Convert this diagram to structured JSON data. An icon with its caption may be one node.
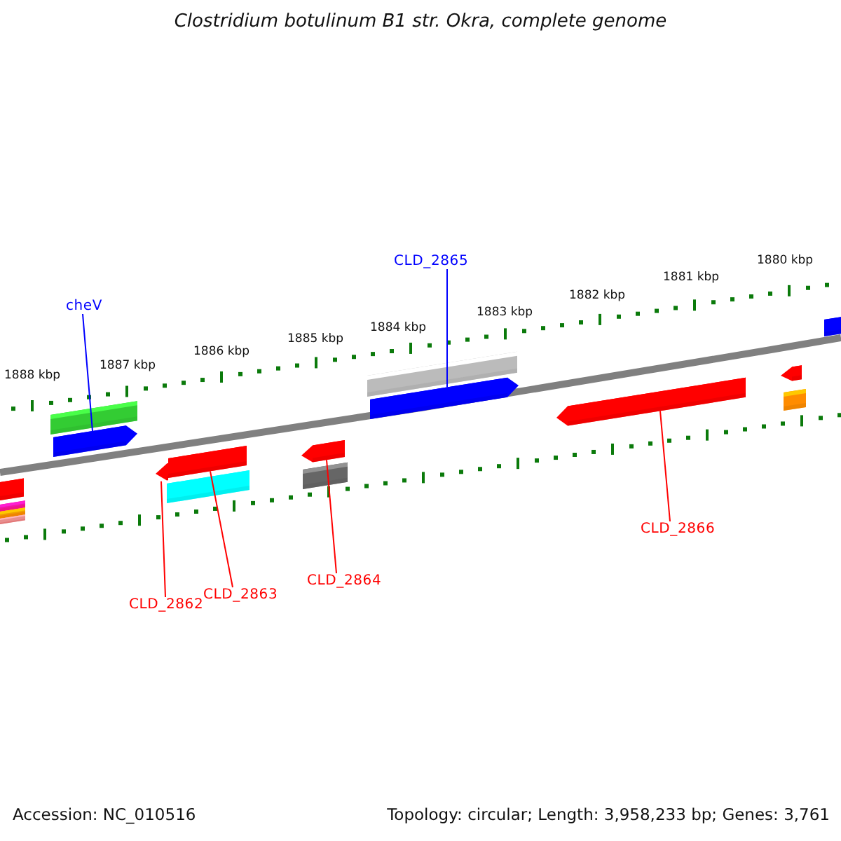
{
  "diagram": {
    "title": "Clostridium botulinum B1 str. Okra, complete genome",
    "nodes": [
      {
        "text": [
          "cheV"
        ]
      },
      {
        "text": [],
        "shape": "bar"
      },
      {
        "text": [
          "CLD_2865"
        ]
      },
      {
        "text": [],
        "shape": "bar"
      },
      {
        "text": [
          "CLD_2862"
        ]
      },
      {
        "text": [],
        "shape": "bar"
      },
      {
        "text": [
          "CLD_2863"
        ]
      },
      {
        "text": [],
        "shape": "bar"
      },
      {
        "text": [
          "CLD_2864"
        ]
      },
      {
        "text": [],
        "shape": "bar"
      },
      {
        "text": [
          "CLD_2866"
        ]
      },
      {
        "text": [],
        "shape": "bar"
      }
    ],
    "edges": [
      {
        "from": 0,
        "to": 1,
        "arrow": "none",
        "color": "#0000ff"
      },
      {
        "from": 2,
        "to": 3,
        "arrow": "none",
        "color": "#0000ff"
      },
      {
        "from": 4,
        "to": 5,
        "arrow": "none"
      },
      {
        "from": 6,
        "to": 7,
        "arrow": "none"
      },
      {
        "from": 8,
        "to": 9,
        "arrow": "none"
      },
      {
        "from": 10,
        "to": 11,
        "arrow": "none"
      }
    ],
    "labels": [
      "1888 kbp",
      "1887 kbp",
      "1886 kbp",
      "1885 kbp",
      "1884 kbp",
      "1883 kbp",
      "1882 kbp",
      "1881 kbp",
      "1880 kbp",
      "Accession: NC_010516",
      "Topology: circular; Length: 3,958,233 bp; Genes: 3,761"
    ]
  }
}
